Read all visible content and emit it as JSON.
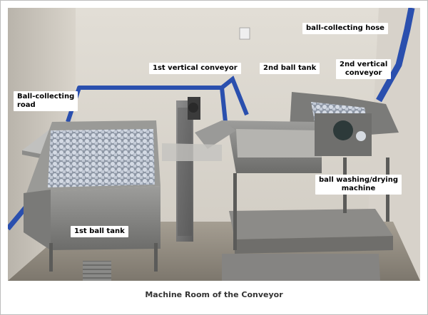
{
  "labels": {
    "hose": "ball-collecting hose",
    "conveyor1": "1st vertical conveyor",
    "tank2": "2nd ball tank",
    "conveyor2_line1": "2nd vertical",
    "conveyor2_line2": "conveyor",
    "road_line1": "Ball-collecting",
    "road_line2": "road",
    "washer_line1": "ball washing/drying",
    "washer_line2": "machine",
    "tank1": "1st ball tank"
  },
  "caption": "Machine Room of the Conveyor"
}
